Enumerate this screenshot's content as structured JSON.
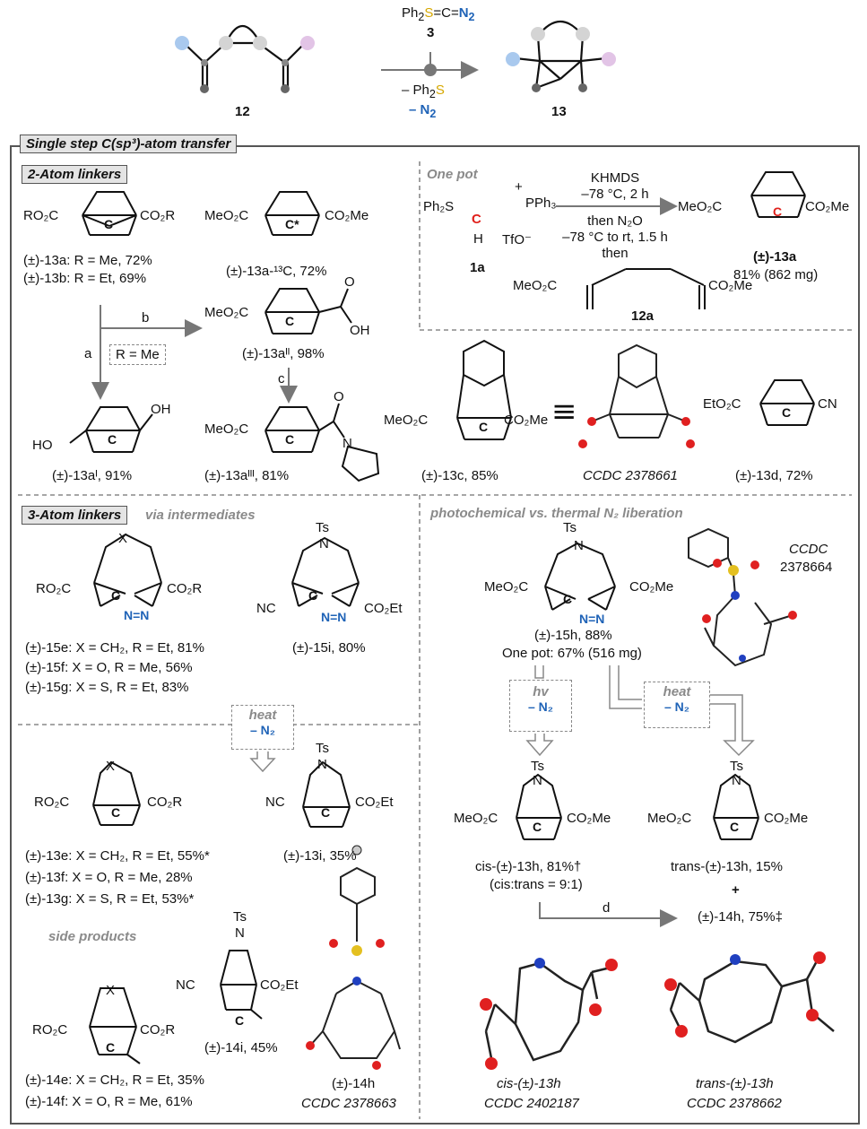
{
  "scheme": {
    "reagent3_parts": [
      "Ph",
      "S",
      "C",
      "N"
    ],
    "reagent3_number": "3",
    "loss_ph2s": "– Ph",
    "loss_n2": "– N",
    "sm_number": "12",
    "prod_number": "13"
  },
  "panel": {
    "header": "Single step C(sp³)-atom transfer"
  },
  "two_atom": {
    "header": "2-Atom linkers",
    "left_sub_l": "RO₂C",
    "left_sub_r": "CO₂R",
    "c13a_label": "(±)-13a: R = Me, 72%",
    "c13b_label": "(±)-13b: R = Et, 69%",
    "iso_sub_l": "MeO₂C",
    "iso_sub_r": "CO₂Me",
    "iso_label": "(±)-13a-¹³C, 72%",
    "acid_sub": "MeO₂C",
    "acid_oh": "OH",
    "acid_o": "O",
    "acid_label": "(±)-13aᴵᴵ, 98%",
    "step_a": "a",
    "step_b": "b",
    "step_c": "c",
    "r_box": "R = Me",
    "diol_ho": "HO",
    "diol_oh": "OH",
    "diol_label": "(±)-13aᴵ, 91%",
    "amide_sub": "MeO₂C",
    "amide_o": "O",
    "amide_n": "N",
    "amide_label": "(±)-13aᴵᴵᴵ, 81%",
    "c13c_sub_l": "MeO₂C",
    "c13c_sub_r": "CO₂Me",
    "c13c_label": "(±)-13c, 85%",
    "ccdc_13c": "CCDC 2378661",
    "c13d_sub_l": "EtO₂C",
    "c13d_sub_r": "CN",
    "c13d_label": "(±)-13d, 72%"
  },
  "one_pot": {
    "header": "One pot",
    "ylide": "Ph₂S",
    "pph3": "PPh₃",
    "plus": "+",
    "h": "H",
    "tfo": "TfO⁻",
    "ylide_number": "1a",
    "cond1": "KHMDS",
    "cond2": "–78 °C, 2 h",
    "cond3": "then N₂O",
    "cond4": "–78 °C to rt, 1.5 h",
    "cond5": "then",
    "diene_l": "MeO₂C",
    "diene_r": "CO₂Me",
    "diene_number": "12a",
    "prod_l": "MeO₂C",
    "prod_r": "CO₂Me",
    "prod_label": "(±)-13a",
    "prod_yield": "81% (862 mg)"
  },
  "three_atom": {
    "header": "3-Atom linkers",
    "via": "via intermediates",
    "x": "X",
    "pyr_l": "RO₂C",
    "pyr_r": "CO₂R",
    "nn": "N=N",
    "c15e": "(±)-15e: X = CH₂, R = Et, 81%",
    "c15f": "(±)-15f: X = O, R = Me, 56%",
    "c15g": "(±)-15g: X = S, R = Et, 83%",
    "c15i_l": "NC",
    "c15i_r": "CO₂Et",
    "ts": "Ts",
    "n": "N",
    "c15i_label": "(±)-15i, 80%",
    "heat": "heat",
    "minus_n2": "– N₂",
    "c13e": "(±)-13e: X = CH₂, R = Et, 55%*",
    "c13f": "(±)-13f: X = O, R = Me, 28%",
    "c13g": "(±)-13g: X = S, R = Et, 53%*",
    "c13i_label": "(±)-13i, 35%",
    "side": "side products",
    "c14i_label": "(±)-14i, 45%",
    "c14e": "(±)-14e: X = CH₂, R = Et, 35%",
    "c14f": "(±)-14f: X = O, R = Me, 61%",
    "c14h_label": "(±)-14h",
    "ccdc_14h": "CCDC 2378663"
  },
  "photo": {
    "header": "photochemical vs. thermal N₂ liberation",
    "c15h_l": "MeO₂C",
    "c15h_r": "CO₂Me",
    "c15h_label": "(±)-15h, 88%",
    "c15h_onepot": "One pot: 67% (516 mg)",
    "ccdc_15h_a": "CCDC",
    "ccdc_15h_b": "2378664",
    "hv": "hv",
    "heat": "heat",
    "minus_n2": "– N₂",
    "cis_label": "cis-(±)-13h, 81%†",
    "cis_ratio": "(cis:trans = 9:1)",
    "trans_label": "trans-(±)-13h, 15%",
    "plus": "+",
    "c14h_label": "(±)-14h, 75%‡",
    "step_d": "d",
    "cis_xray": "cis-(±)-13h",
    "cis_ccdc": "CCDC 2402187",
    "trans_xray": "trans-(±)-13h",
    "trans_ccdc": "CCDC 2378662"
  }
}
